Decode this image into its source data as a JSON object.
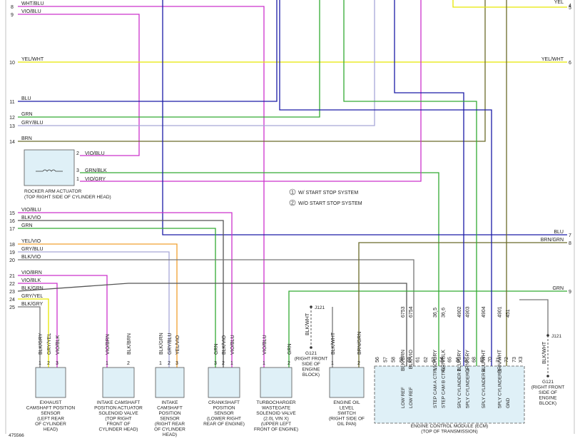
{
  "footer_id": "475566",
  "legend": [
    {
      "num": "1",
      "text": "W/ START STOP SYSTEM"
    },
    {
      "num": "2",
      "text": "W/O START STOP SYSTEM"
    }
  ],
  "colors": {
    "VIO": "#cc33cc",
    "YEL": "#e6e600",
    "BLU": "#1a1aa6",
    "GRN": "#33aa33",
    "GRY": "#a8a8d8",
    "BRN": "#6b6b2a",
    "BLKGRY": "#777777",
    "ORG": "#f0a030"
  },
  "left_wires": [
    {
      "num": "8",
      "label": "WHT/BLU"
    },
    {
      "num": "9",
      "label": "VIO/BLU"
    },
    {
      "num": "10",
      "label": "YEL/WHT"
    },
    {
      "num": "11",
      "label": "BLU"
    },
    {
      "num": "12",
      "label": "GRN"
    },
    {
      "num": "13",
      "label": "GRY/BLU"
    },
    {
      "num": "14",
      "label": "BRN"
    },
    {
      "num": "15",
      "label": "VIO/BLU"
    },
    {
      "num": "16",
      "label": "BLK/VIO"
    },
    {
      "num": "17",
      "label": "GRN"
    },
    {
      "num": "18",
      "label": "YEL/VIO"
    },
    {
      "num": "19",
      "label": "GRY/BLU"
    },
    {
      "num": "20",
      "label": "BLK/VIO"
    },
    {
      "num": "21",
      "label": "VIO/BRN"
    },
    {
      "num": "22",
      "label": "VIO/BLK"
    },
    {
      "num": "23",
      "label": "BLK/GRN"
    },
    {
      "num": "24",
      "label": "GRY/YEL"
    },
    {
      "num": "25",
      "label": "BLK/GRY"
    }
  ],
  "right_wires": [
    {
      "num": "4",
      "label": "YEL"
    },
    {
      "num": "5",
      "label": ""
    },
    {
      "num": "6",
      "label": "YEL/WHT"
    },
    {
      "num": "7",
      "label": "BLU"
    },
    {
      "num": "8",
      "label": "BRN/GRN"
    },
    {
      "num": "9",
      "label": "GRN"
    }
  ],
  "rocker": {
    "pins": [
      {
        "pin": "2",
        "label": "VIO/BLU"
      },
      {
        "pin": "3",
        "label": "GRN/BLK"
      },
      {
        "pin": "1",
        "label": "VIO/GRY"
      }
    ],
    "caption": [
      "ROCKER ARM ACTUATOR",
      "(TOP RIGHT SIDE OF CYLINDER HEAD)"
    ]
  },
  "components": [
    {
      "name": "exhaust-camshaft-position-sensor",
      "wires": [
        "BLK/GRY",
        "GRY/YEL",
        "VIO/BLK"
      ],
      "pins": [
        "1",
        "2",
        "3"
      ],
      "caption": [
        "EXHAUST",
        "CAMSHAFT POSITION",
        "SENSOR",
        "(LEFT REAR",
        "OF CYLINDER",
        "HEAD)"
      ]
    },
    {
      "name": "intake-camshaft-solenoid-valve",
      "wires": [
        "VIO/BRN",
        "BLK/BRN"
      ],
      "pins": [
        "1",
        "2"
      ],
      "caption": [
        "INTAKE CAMSHAFT",
        "POSITION ACTUATOR",
        "SOLENOID VALVE",
        "(TOP RIGHT",
        "FRONT OF",
        "CYLINDER HEAD)"
      ]
    },
    {
      "name": "intake-camshaft-position-sensor",
      "wires": [
        "BLK/GRN",
        "GRY/BLU",
        "YEL/VIO"
      ],
      "pins": [
        "1",
        "2",
        "3"
      ],
      "caption": [
        "INTAKE",
        "CAMSHAFT",
        "POSITION",
        "SENSOR",
        "(RIGHT REAR",
        "OF CYLINDER",
        "HEAD)"
      ]
    },
    {
      "name": "crankshaft-position-sensor",
      "wires": [
        "GRN",
        "BLK/VIO",
        "VIO/BLU"
      ],
      "pins": [
        "3",
        "2",
        "1"
      ],
      "caption": [
        "CRANKSHAFT",
        "POSITION",
        "SENSOR",
        "(LOWER RIGHT",
        "REAR OF ENGINE)"
      ]
    },
    {
      "name": "turbocharger-wastegate-solenoid-valve",
      "wires": [
        "VIO/BLU",
        "GRN"
      ],
      "pins": [
        "1",
        "2"
      ],
      "caption": [
        "TURBOCHARGER",
        "WASTEGATE",
        "SOLENOID VALVE",
        "(2.0L VIN X)",
        "(UPPER LEFT",
        "FRONT OF ENGINE)"
      ]
    },
    {
      "name": "engine-oil-level-switch",
      "wires": [
        "BLK/WHT",
        "BRN/GRN"
      ],
      "pins": [
        "1",
        "2"
      ],
      "caption": [
        "ENGINE OIL",
        "LEVEL",
        "SWITCH",
        "(RIGHT SIDE OF",
        "OIL PAN)"
      ]
    }
  ],
  "ground_left": {
    "splice": "J121",
    "wire": "BLK/WHT",
    "caption": [
      "G121",
      "(RIGHT FRONT",
      "SIDE OF",
      "ENGINE",
      "BLOCK)"
    ]
  },
  "ground_right": {
    "splice": "J121",
    "wire": "BLK/WHT",
    "caption": [
      "G121",
      "(RIGHT FRONT",
      "SIDE OF",
      "ENGINE",
      "BLOCK)"
    ]
  },
  "ecm": {
    "caption": [
      "ENGINE CONTROL MODULE (ECM)",
      "(TOP OF TRANSMISSION)"
    ],
    "pins": [
      "56",
      "57",
      "58",
      "59",
      "60",
      "61",
      "62",
      "63",
      "64",
      "65",
      "66",
      "67",
      "68",
      "69",
      "70",
      "71",
      "72",
      "73"
    ],
    "circuits": [
      "",
      "",
      "",
      "6753",
      "6754",
      "",
      "",
      "36¸5",
      "36¸6",
      "",
      "4902",
      "4903",
      "",
      "4904",
      "",
      "4901",
      "451",
      ""
    ],
    "wire_colors": [
      "",
      "",
      "",
      "BLK/BRN",
      "BLK/VIO",
      "",
      "",
      "VIO/GRY",
      "GRN/BLK",
      "",
      "BLU/GRY",
      "GRN/GRY",
      "",
      "BLU/WHT",
      "",
      "BRN/WHT",
      "",
      ""
    ],
    "functions": [
      "",
      "",
      "",
      "LOW REF",
      "LOW REF",
      "",
      "",
      "STEP CAM A CTRL",
      "STEP CAM B CTRL",
      "",
      "5PLY CYLINDER 2",
      "5PLY CYLINDER 3",
      "",
      "5PLY CYLINDER 4",
      "",
      "5PLY CYLINDER 1",
      "GND",
      ""
    ],
    "connector": "X3"
  }
}
